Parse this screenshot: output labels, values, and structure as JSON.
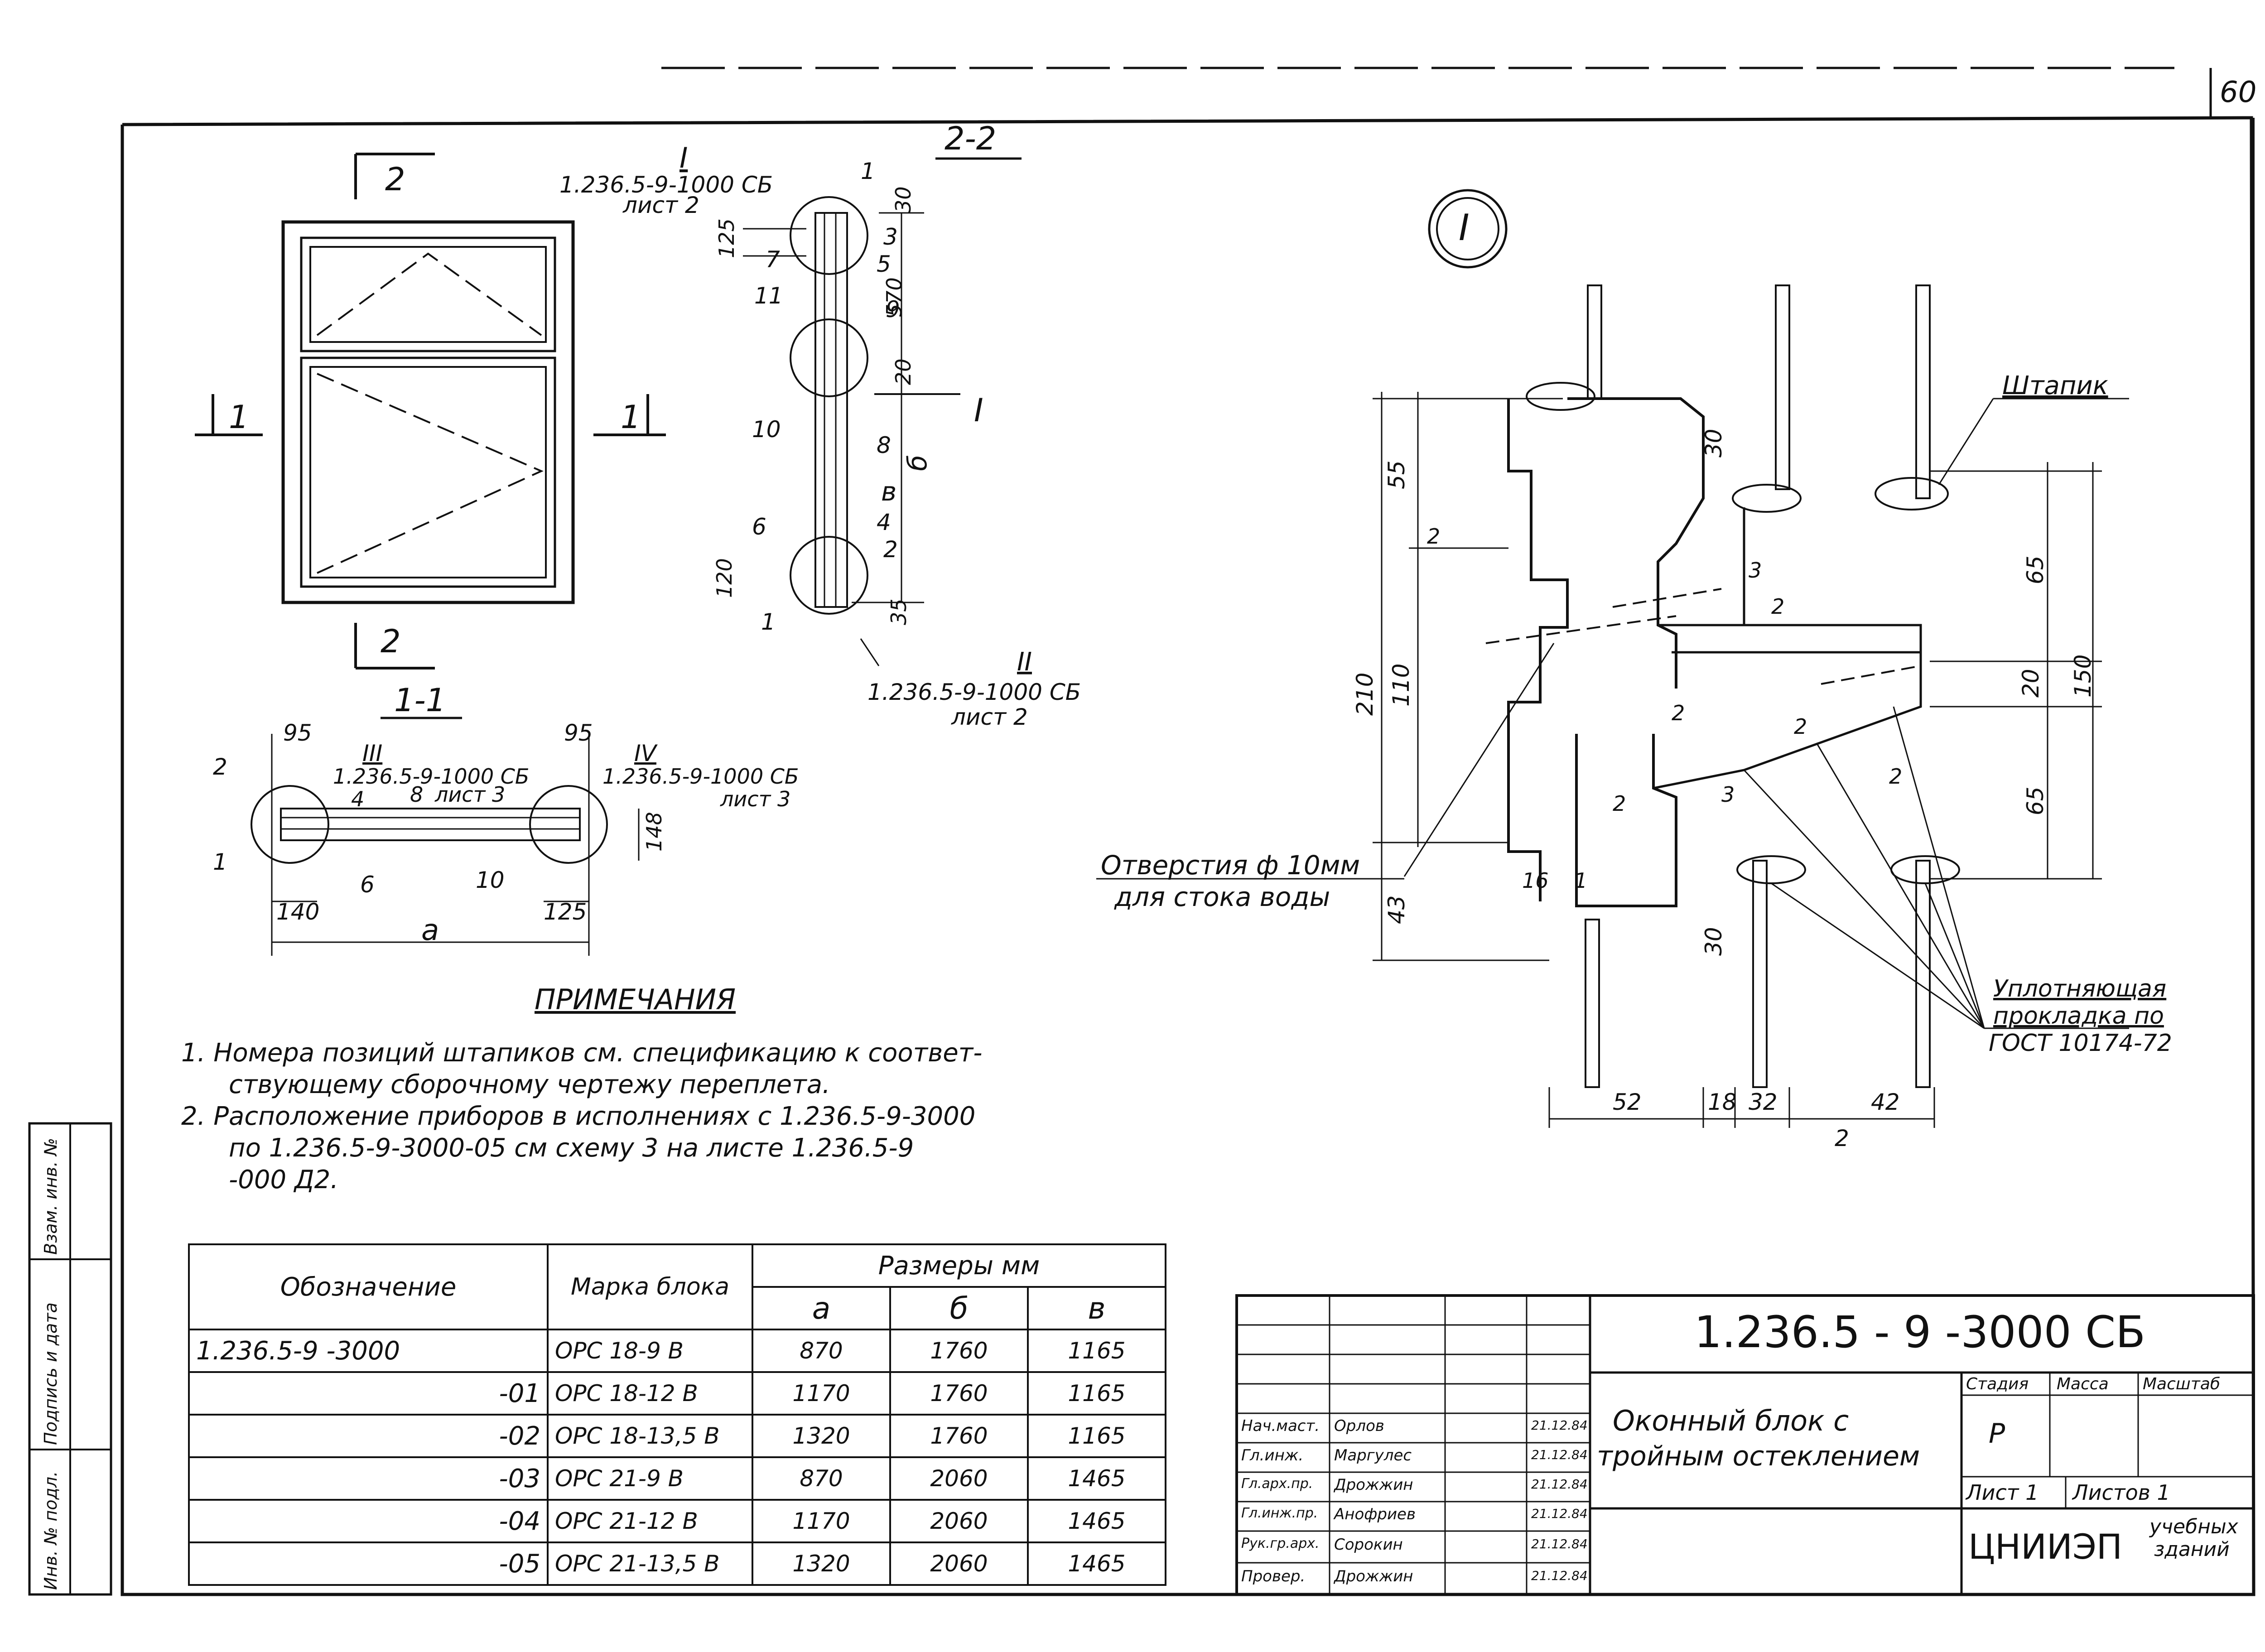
{
  "sheet_no": "60",
  "drawing": {
    "section_2_2": "2-2",
    "section_1_1": "1-1",
    "cut_marks": [
      "2",
      "2",
      "1",
      "1"
    ],
    "callout_I": "I",
    "callout_II": "II",
    "callout_III": "III",
    "callout_IV": "IV",
    "ref_I_code": "1.236.5-9-1000 СБ",
    "ref_I_sheet": "лист 2",
    "ref_II_code": "1.236.5-9-1000 СБ",
    "ref_II_sheet": "лист 2",
    "ref_III_code": "1.236.5-9-1000 СБ",
    "ref_III_sheet": "лист 3",
    "ref_IV_code": "1.236.5-9-1000 СБ",
    "ref_IV_sheet": "лист 3",
    "section_dims": [
      "30",
      "125",
      "570",
      "20",
      "б",
      "в",
      "120",
      "35"
    ],
    "section_positions": [
      "1",
      "3",
      "5",
      "9",
      "7",
      "11",
      "10",
      "8",
      "6",
      "4",
      "2",
      "1"
    ],
    "plan_dims": [
      "95",
      "95",
      "140",
      "125",
      "148",
      "а"
    ],
    "plan_positions": [
      "2",
      "1",
      "4",
      "8",
      "6",
      "10"
    ],
    "detail_label": "I",
    "shtapik_label": "Штапик",
    "hole_label_1": "Отверстия ф 10мм",
    "hole_label_2": "для стока воды",
    "gasket_label_1": "Уплотняющая",
    "gasket_label_2": "прокладка по",
    "gasket_label_3": "ГОСТ 10174-72",
    "detail_dims_left": [
      "55",
      "210",
      "110",
      "43",
      "2"
    ],
    "detail_dims_mid": [
      "30",
      "3",
      "2",
      "2",
      "2",
      "3",
      "2",
      "16",
      "1",
      "30"
    ],
    "detail_dims_right": [
      "65",
      "150",
      "20",
      "65",
      "2"
    ],
    "detail_dims_bottom": [
      "52",
      "18",
      "32",
      "42",
      "2"
    ]
  },
  "notes": {
    "title": "ПРИМЕЧАНИЯ",
    "items": [
      "1. Номера позиций штапиков см. спецификацию к соответ-",
      "ствующему сборочному чертежу переплета.",
      "2. Расположение приборов в исполнениях с 1.236.5-9-3000",
      "по 1.236.5-9-3000-05 см схему 3 на листе 1.236.5-9",
      "-000 Д2."
    ]
  },
  "table": {
    "headers": {
      "designation": "Обозначение",
      "mark": "Марка блока",
      "sizes": "Размеры мм",
      "a": "а",
      "b": "б",
      "v": "в"
    },
    "rows": [
      {
        "designation": "1.236.5-9 -3000",
        "mark": "ОРС 18-9 В",
        "a": "870",
        "b": "1760",
        "v": "1165"
      },
      {
        "designation": "-01",
        "mark": "ОРС 18-12 В",
        "a": "1170",
        "b": "1760",
        "v": "1165"
      },
      {
        "designation": "-02",
        "mark": "ОРС 18-13,5 В",
        "a": "1320",
        "b": "1760",
        "v": "1165"
      },
      {
        "designation": "-03",
        "mark": "ОРС 21-9 В",
        "a": "870",
        "b": "2060",
        "v": "1465"
      },
      {
        "designation": "-04",
        "mark": "ОРС 21-12 В",
        "a": "1170",
        "b": "2060",
        "v": "1465"
      },
      {
        "designation": "-05",
        "mark": "ОРС 21-13,5 В",
        "a": "1320",
        "b": "2060",
        "v": "1465"
      }
    ]
  },
  "side_strip": [
    "Инв. № подл.",
    "Подпись и дата",
    "Взам. инв. №"
  ],
  "title_block": {
    "doc_code": "1.236.5 - 9 -3000 СБ",
    "name_line1": "Оконный блок с",
    "name_line2": "тройным остеклением",
    "stage_hdr": "Стадия",
    "mass_hdr": "Масса",
    "scale_hdr": "Масштаб",
    "stage": "Р",
    "sheet": "Лист 1",
    "sheets": "Листов 1",
    "org_1": "ЦНИИЭП",
    "org_2": "учебных",
    "org_3": "зданий",
    "signers": [
      {
        "role": "Нач.маст.",
        "name": "Орлов",
        "date": "21.12.84"
      },
      {
        "role": "Гл.инж.",
        "name": "Маргулес",
        "date": "21.12.84"
      },
      {
        "role": "Гл.арх.пр.",
        "name": "Дрожжин",
        "date": "21.12.84"
      },
      {
        "role": "Гл.инж.пр.",
        "name": "Анофриев",
        "date": "21.12.84"
      },
      {
        "role": "Рук.гр.арх.",
        "name": "Сорокин",
        "date": "21.12.84"
      },
      {
        "role": "Провер.",
        "name": "Дрожжин",
        "date": "21.12.84"
      }
    ]
  }
}
